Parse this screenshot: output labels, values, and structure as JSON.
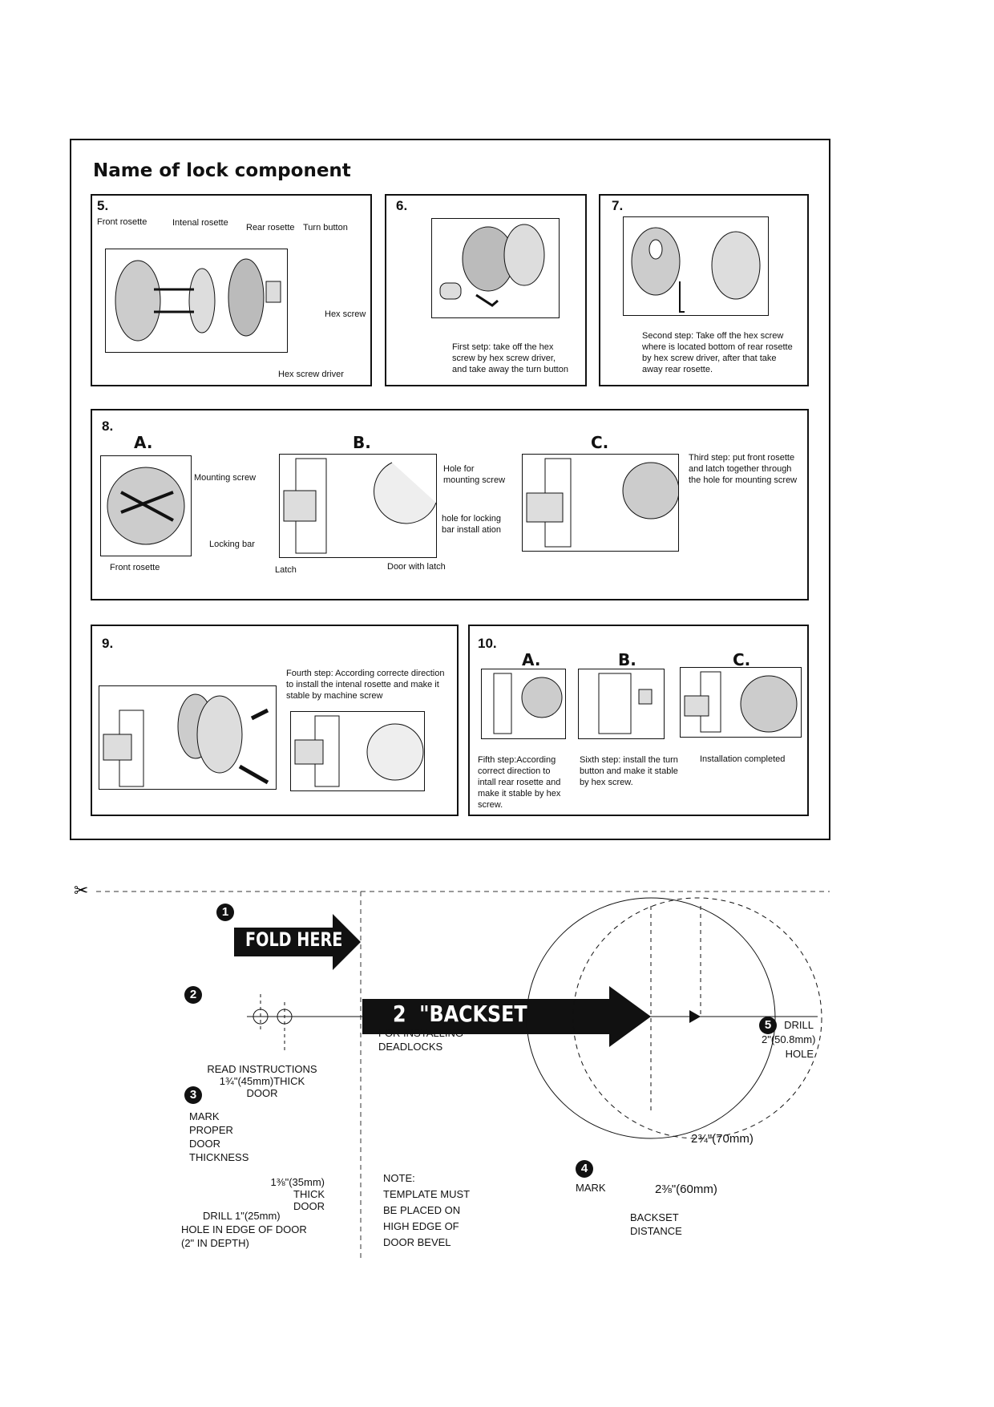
{
  "title": "Name of lock component",
  "panel5": {
    "num": "5.",
    "labels": {
      "front": "Front rosette",
      "intenal": "Intenal rosette",
      "rear": "Rear rosette",
      "turn": "Turn button",
      "hex": "Hex screw",
      "driver": "Hex screw driver"
    }
  },
  "panel6": {
    "num": "6.",
    "text": [
      "First setp: take off the hex",
      "screw by hex screw driver,",
      "and take away the turn button"
    ]
  },
  "panel7": {
    "num": "7.",
    "text": [
      "Second step: Take off the hex screw",
      "where is located bottom of rear rosette",
      "by hex screw driver, after that take",
      "away rear rosette."
    ]
  },
  "panel8": {
    "num": "8.",
    "a": "A.",
    "b": "B.",
    "c": "C.",
    "labels": {
      "mount": "Mounting screw",
      "locking": "Locking bar",
      "front": "Front rosette",
      "hole_mount": [
        "Hole for",
        "mounting screw"
      ],
      "hole_lock": [
        "hole for locking",
        "bar install ation"
      ],
      "latch": "Latch",
      "door": "Door with latch"
    },
    "text_c": [
      "Third step: put front rosette",
      "and latch together through",
      "the hole for mounting screw"
    ]
  },
  "panel9": {
    "num": "9.",
    "text": [
      "Fourth step: According correcte direction",
      "to install the intenal rosette and make it",
      "stable by machine screw"
    ]
  },
  "panel10": {
    "num": "10.",
    "a": "A.",
    "b": "B.",
    "c": "C.",
    "text_a": [
      "Fifth step:According",
      "correct direction to",
      "intall rear rosette and",
      "make it stable by hex",
      "screw."
    ],
    "text_b": [
      "Sixth step: install the turn",
      "button and make it stable",
      "by hex screw."
    ],
    "text_c": "Installation completed"
  },
  "template": {
    "fold": "FOLD HERE",
    "for": [
      "FOR INSTALLING",
      "DEADLOCKS"
    ],
    "read": [
      "READ INSTRUCTIONS",
      "1¾\"(45mm)THICK",
      "DOOR"
    ],
    "mark": [
      "MARK",
      "PROPER",
      "DOOR",
      "THICKNESS"
    ],
    "thick35": [
      "1⅜\"(35mm)",
      "THICK",
      "DOOR"
    ],
    "drill1": [
      "DRILL 1\"(25mm)",
      "HOLE IN EDGE OF DOOR",
      "(2\" IN DEPTH)"
    ],
    "backset": "2  \"BACKSET",
    "note": [
      "NOTE:",
      "TEMPLATE MUST",
      "BE PLACED ON",
      "HIGH EDGE OF",
      "DOOR BEVEL"
    ],
    "mark4": "MARK",
    "d70": "2¾\"(70mm)",
    "d60": "2⅜\"(60mm)",
    "bsd": [
      "BACKSET",
      "DISTANCE"
    ],
    "drill5": [
      "DRILL",
      "2\"(50.8mm)",
      "HOLE"
    ],
    "nums": [
      "1",
      "2",
      "3",
      "4",
      "5"
    ]
  }
}
